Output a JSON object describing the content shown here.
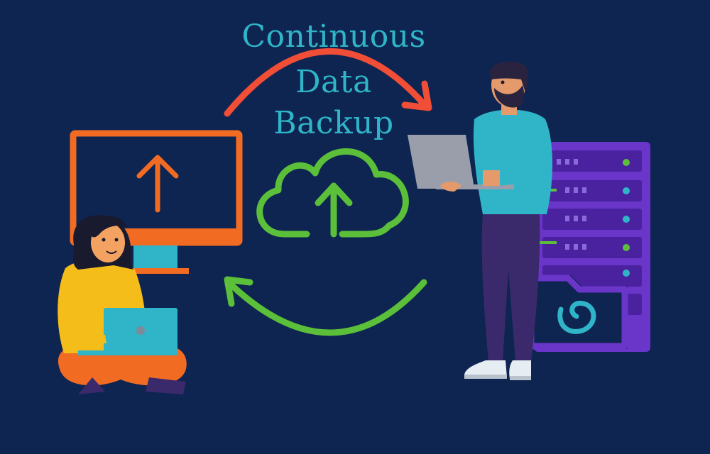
{
  "title": {
    "line1": "Continuous",
    "line2": "Data",
    "line3": "Backup"
  },
  "colors": {
    "background": "#0e2451",
    "title_text": "#2fb5c7",
    "monitor": "#f26b23",
    "cloud": "#5bbf3a",
    "arrow_top": "#f04e37",
    "arrow_bottom": "#5bbf3a",
    "server": "#6a35c9",
    "folder": "#6a35c9",
    "laptop_woman": "#2fb5c7",
    "laptop_man": "#9a9eab",
    "woman_shirt": "#f5bd1a",
    "man_shirt": "#2fb5c7"
  },
  "icons": [
    "monitor-upload-icon",
    "cloud-upload-icon",
    "sync-arrow-top-icon",
    "sync-arrow-bottom-icon",
    "server-rack-icon",
    "folder-icon"
  ]
}
